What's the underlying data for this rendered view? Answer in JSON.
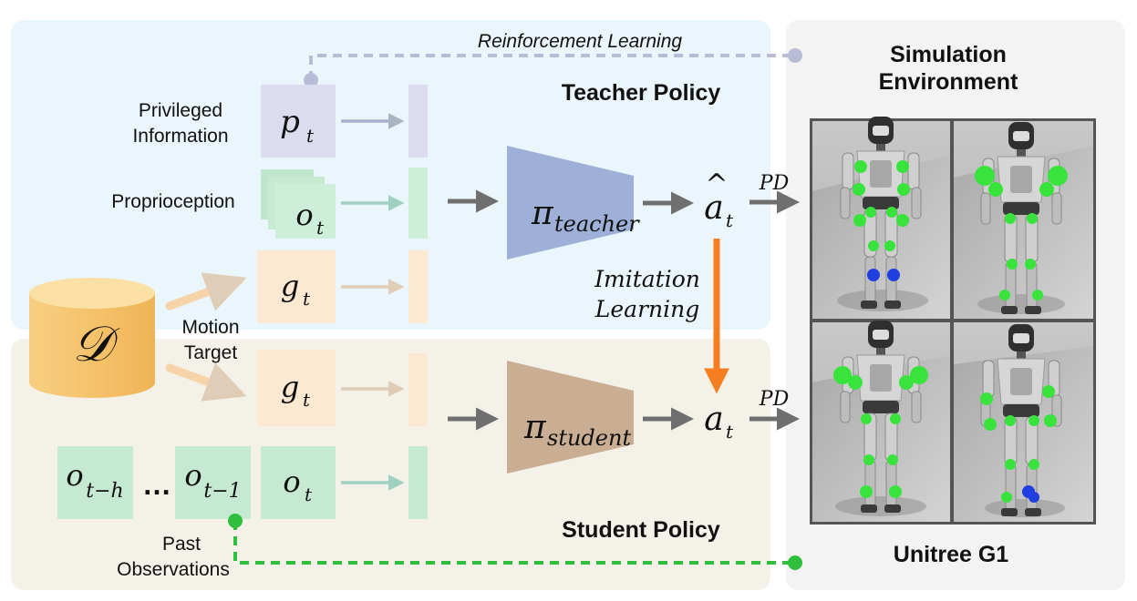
{
  "teacher_section": {
    "title": "Teacher Policy"
  },
  "student_section": {
    "title": "Student Policy"
  },
  "environment": {
    "title_line1": "Simulation",
    "title_line2": "Environment",
    "robot_name": "Unitree G1"
  },
  "labels": {
    "reinforcement_learning": "Reinforcement Learning",
    "privileged_info_line1": "Privileged",
    "privileged_info_line2": "Information",
    "proprioception": "Proprioception",
    "motion_target_line1": "Motion",
    "motion_target_line2": "Target",
    "past_obs_line1": "Past",
    "past_obs_line2": "Observations",
    "imitation_line1": "Imitation",
    "imitation_line2": "Learning",
    "pd": "PD",
    "dataset_symbol": "𝒟"
  },
  "math": {
    "p_base": "p",
    "o_base": "o",
    "g_base": "g",
    "a_base": "a",
    "pi": "π",
    "sub_t": "t",
    "sub_t_minus_h": "t−h",
    "sub_t_minus_1": "t−1",
    "sub_teacher": "teacher",
    "sub_student": "student",
    "hat": "^",
    "ellipsis": "…"
  },
  "colors": {
    "teacher_bg": "#eaf6fb",
    "student_bg": "#f4f1e8",
    "env_bg": "#f3f3f3",
    "privileged": "#dcdcf0",
    "proprio": "#cdeed8",
    "motion": "#fde8d2",
    "obs": "#c6e9d3",
    "teacher_net": "#9fb0d8",
    "student_net": "#c9ae94",
    "dataset": "#f5c26b",
    "imitation_arrow": "#f57f20",
    "rl_line": "#b8bcd6",
    "past_line": "#2fbf3c",
    "arrow_gray": "#7a7a7a"
  },
  "icons": [
    "dataset-cylinder-icon",
    "humanoid-robot-icon"
  ]
}
